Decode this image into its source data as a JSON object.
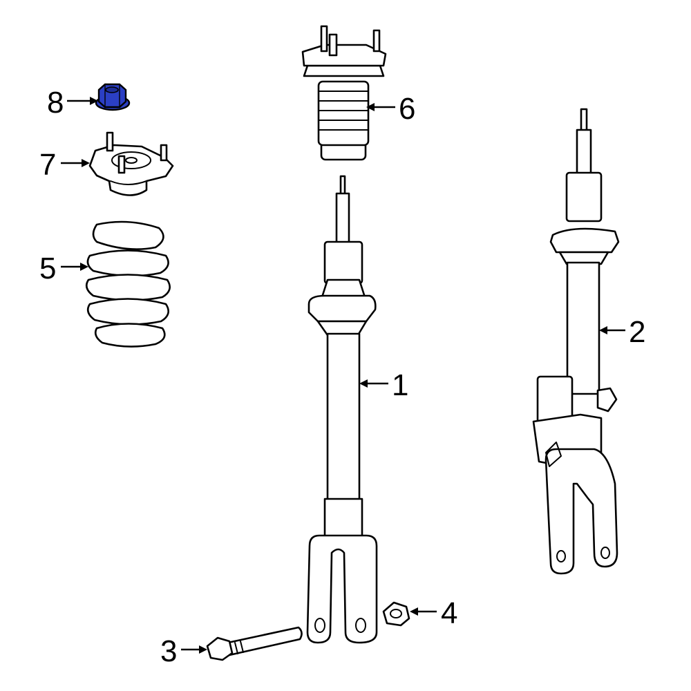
{
  "callouts": [
    {
      "id": "1",
      "label": "1"
    },
    {
      "id": "2",
      "label": "2"
    },
    {
      "id": "3",
      "label": "3"
    },
    {
      "id": "4",
      "label": "4"
    },
    {
      "id": "5",
      "label": "5"
    },
    {
      "id": "6",
      "label": "6"
    },
    {
      "id": "7",
      "label": "7"
    },
    {
      "id": "8",
      "label": "8"
    }
  ],
  "colors": {
    "line": "#000000",
    "background": "#ffffff",
    "highlight_part": "#2b3fc4"
  },
  "highlighted_part": "8"
}
